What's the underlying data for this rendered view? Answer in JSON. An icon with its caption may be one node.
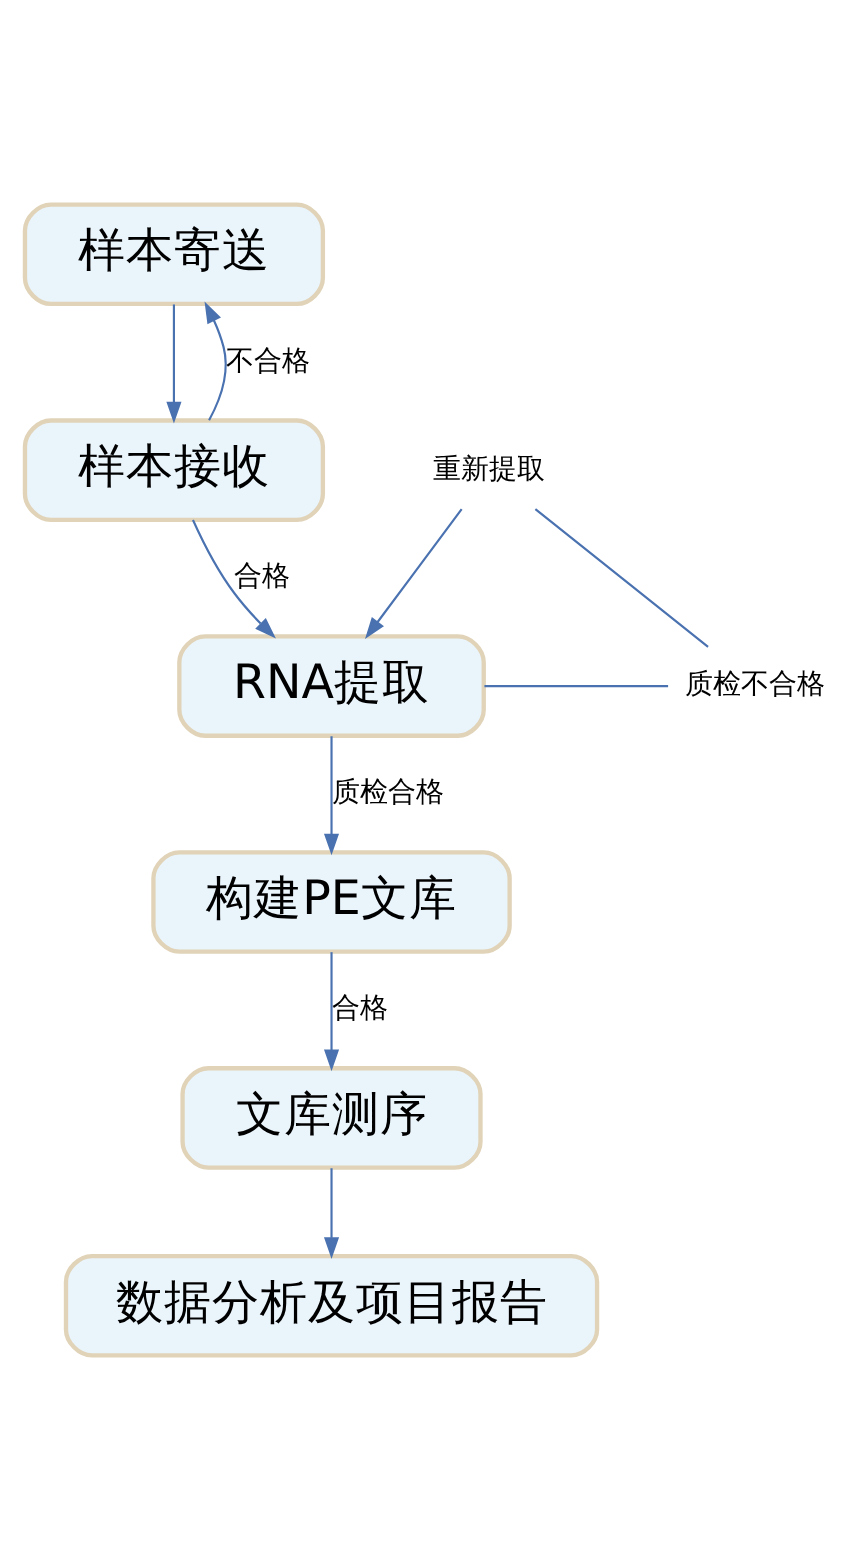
{
  "diagram": {
    "nodes": [
      {
        "text": [
          "样本寄送"
        ]
      },
      {
        "text": [
          "样本接收"
        ]
      },
      {
        "text": [
          "RNA提取"
        ]
      },
      {
        "text": [
          "构建PE文库"
        ]
      },
      {
        "text": [
          "文库测序"
        ]
      },
      {
        "text": [
          "数据分析及项目报告"
        ]
      },
      {
        "text": [
          "质检不合格"
        ]
      },
      {
        "text": [
          "重新提取"
        ]
      }
    ],
    "edges": [
      {
        "from": 0,
        "to": 1,
        "arrow": "to"
      },
      {
        "from": 1,
        "to": 0,
        "arrow": "to",
        "label": "不合格"
      },
      {
        "from": 1,
        "to": 2,
        "arrow": "to",
        "label": "合格"
      },
      {
        "from": 2,
        "to": 6,
        "arrow": "none"
      },
      {
        "from": 6,
        "to": 7,
        "arrow": "none"
      },
      {
        "from": 7,
        "to": 2,
        "arrow": "to"
      },
      {
        "from": 2,
        "to": 3,
        "arrow": "to",
        "label": "质检合格"
      },
      {
        "from": 3,
        "to": 4,
        "arrow": "to",
        "label": "合格"
      },
      {
        "from": 4,
        "to": 5,
        "arrow": "to"
      }
    ]
  }
}
